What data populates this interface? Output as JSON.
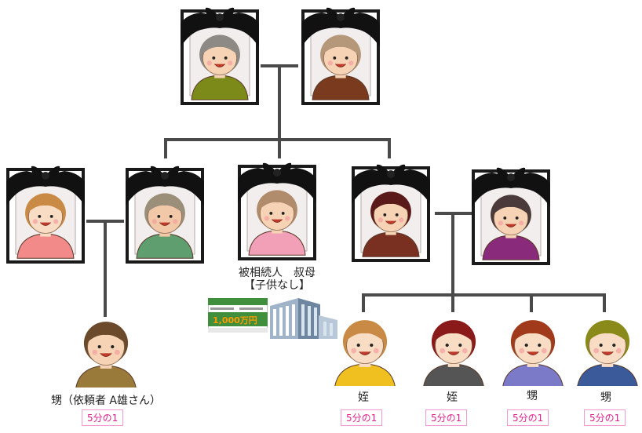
{
  "colors": {
    "line": "#4a4a4a",
    "frame": "#1a1a1a",
    "ribbon": "#111111",
    "share_text": "#e0218a",
    "share_border": "#f39bd0",
    "card_green": "#3f8f3c",
    "card_amount": "#ff9a00"
  },
  "people": {
    "grandfather": {
      "icon": "grandfather-portrait-icon",
      "shirt": "#7c8a1a",
      "hair": "#8d8a86",
      "skin": "#f6d3b4"
    },
    "grandmother": {
      "icon": "grandmother-portrait-icon",
      "shirt": "#7a3a1e",
      "hair": "#b5977a",
      "skin": "#f6d3b4"
    },
    "aunt_spouse": {
      "icon": "woman-portrait-icon",
      "shirt": "#f28a8a",
      "hair": "#c98a45",
      "skin": "#f9dcc4"
    },
    "uncle": {
      "icon": "old-man-portrait-icon",
      "shirt": "#5f9e6e",
      "hair": "#9c8f7a",
      "skin": "#f2c9a8"
    },
    "decedent_aunt": {
      "icon": "aunt-portrait-icon",
      "shirt": "#f2a0b8",
      "hair": "#b08c6c",
      "skin": "#f6d3b4"
    },
    "uncle2": {
      "icon": "man-portrait-icon",
      "shirt": "#7a3020",
      "hair": "#5a1a1a",
      "skin": "#f6d3b4"
    },
    "aunt2": {
      "icon": "woman-portrait-icon",
      "shirt": "#8a2a7a",
      "hair": "#4a3a3a",
      "skin": "#f6d3b4"
    },
    "client": {
      "icon": "client-man-icon",
      "shirt": "#9a7a3a",
      "hair": "#6a4a2a",
      "skin": "#f6d3b4"
    },
    "niece1": {
      "icon": "niece-girl-icon",
      "shirt": "#f0c020",
      "hair": "#c98a45",
      "skin": "#f9dcc4"
    },
    "niece2": {
      "icon": "niece-woman-icon",
      "shirt": "#555555",
      "hair": "#8a1a1a",
      "skin": "#f9dcc4"
    },
    "nephew1": {
      "icon": "nephew-boy-icon",
      "shirt": "#7a7ac8",
      "hair": "#a03a1a",
      "skin": "#f9dcc4"
    },
    "nephew2": {
      "icon": "nephew-man-icon",
      "shirt": "#3a5a9a",
      "hair": "#8a8a1a",
      "skin": "#f9dcc4"
    }
  },
  "labels": {
    "decedent_line1": "被相続人　叔母",
    "decedent_line2": "【子供なし】",
    "client": "甥（依頼者 A雄さん）",
    "niece1": "姪",
    "niece2": "姪",
    "nephew1": "甥",
    "nephew2": "甥"
  },
  "shares": {
    "client": "5分の1",
    "niece1": "5分の1",
    "niece2": "5分の1",
    "nephew1": "5分の1",
    "nephew2": "5分の1"
  },
  "decor": {
    "bankbook_icon": "bankbook-icon",
    "bankbook_amount": "1,000万円",
    "building_icon": "building-icon"
  }
}
